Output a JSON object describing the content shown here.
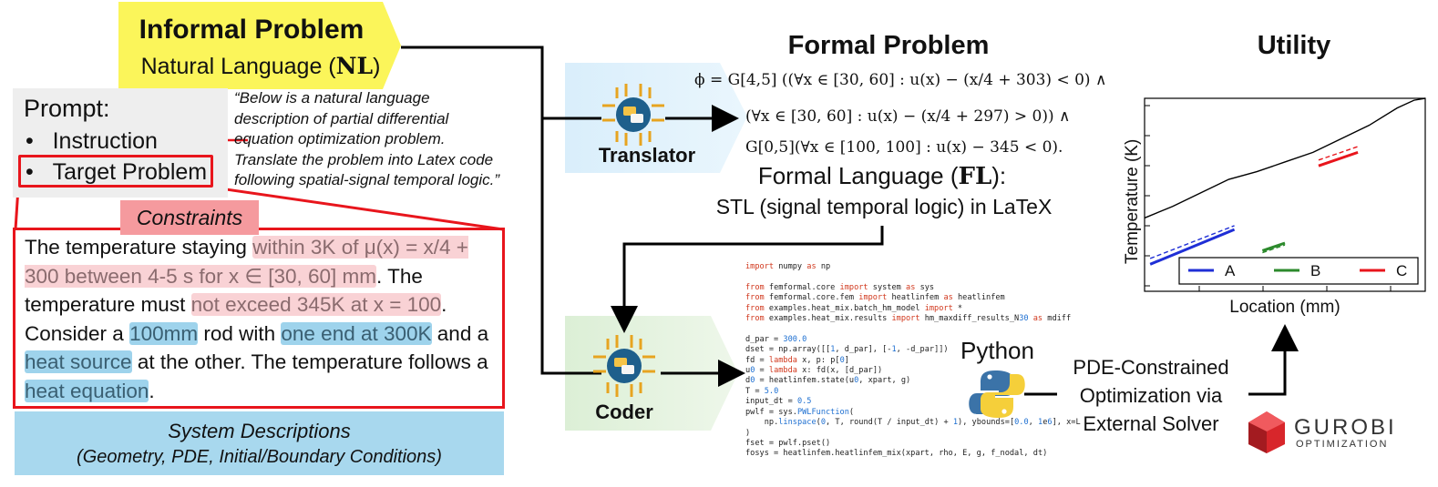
{
  "informal": {
    "title": "Informal Problem",
    "subtitle_prefix": "Natural Language (",
    "subtitle_bold": "NL",
    "subtitle_suffix": ")"
  },
  "prompt": {
    "title": "Prompt:",
    "items": [
      "Instruction",
      "Target Problem"
    ],
    "quote_lines": [
      "“Below is a natural language",
      "description of partial differential",
      "equation optimization problem.",
      "Translate the problem into Latex code",
      "following spatial-signal temporal logic.”"
    ]
  },
  "constraints": {
    "tag": "Constraints",
    "t1": "The temperature staying ",
    "h1": "within 3K of μ(x) = x/4 + 300 between 4-5 s for x ∈ [30, 60] mm",
    "t2": ". The temperature must ",
    "h2": "not exceed 345K at x = 100",
    "t3": ". Consider a ",
    "b1": "100mm",
    "t4": " rod with ",
    "b2": "one end at 300K",
    "t5": " and a ",
    "b3": "heat source",
    "t6": " at the other. The temperature follows a ",
    "b4": "heat equation",
    "t7": "."
  },
  "system": {
    "line1": "System Descriptions",
    "line2": "(Geometry, PDE, Initial/Boundary Conditions)"
  },
  "formal": {
    "title": "Formal Problem",
    "formula_lines": [
      "ϕ = G[4,5] ((∀x ∈ [30, 60] : u(x) − (x/4 + 303) < 0) ∧",
      "(∀x ∈ [30, 60] : u(x) − (x/4 + 297) > 0)) ∧",
      "G[0,5](∀x ∈ [100, 100] : u(x) − 345 < 0)."
    ],
    "fl_prefix": "Formal Language (",
    "fl_bold": "FL",
    "fl_suffix": "):",
    "fl_line2": "STL (signal temporal logic) in LaTeX"
  },
  "agents": {
    "translator": "Translator",
    "coder": "Coder"
  },
  "code_lines": [
    "import numpy as np",
    "",
    "from femformal.core import system as sys",
    "from femformal.core.fem import heatlinfem as heatlinfem",
    "from examples.heat_mix.batch_hm_model import *",
    "from examples.heat_mix.results import hm_maxdiff_results_N30 as mdiff",
    "",
    "d_par = 300.0",
    "dset = np.array([[1, d_par], [-1, -d_par]])",
    "fd = lambda x, p: p[0]",
    "u0 = lambda x: fd(x, [d_par])",
    "d0 = heatlinfem.state(u0, xpart, g)",
    "T = 5.0",
    "input_dt = 0.5",
    "pwlf = sys.PWLFunction(",
    "    np.linspace(0, T, round(T / input_dt) + 1), ybounds=[0.0, 1e6], x=L",
    ")",
    "fset = pwlf.pset()",
    "fosys = heatlinfem.heatlinfem_mix(xpart, rho, E, g, f_nodal, dt)"
  ],
  "solver": {
    "python": "Python",
    "pde_lines": [
      "PDE-Constrained",
      "Optimization via",
      "External Solver"
    ],
    "gurobi": "GUROBI",
    "gurobi_sub": "OPTIMIZATION"
  },
  "utility": {
    "title": "Utility"
  },
  "chart_data": {
    "type": "line",
    "title": "Utility",
    "xlabel": "Location (mm)",
    "ylabel": "Temperature (K)",
    "xlim": [
      0,
      100
    ],
    "ylim": [
      0,
      100
    ],
    "series": [
      {
        "name": "",
        "color": "#000000",
        "style": "solid",
        "x": [
          0,
          10,
          20,
          30,
          40,
          50,
          60,
          70,
          80,
          90,
          96,
          100
        ],
        "y": [
          38,
          44,
          51,
          58,
          62,
          67,
          72,
          79,
          86,
          95,
          99,
          100
        ]
      },
      {
        "name": "A",
        "color": "#1f2fd6",
        "segment": {
          "x": [
            2,
            32
          ],
          "y": [
            14,
            32
          ]
        },
        "bound": {
          "x": [
            2,
            32
          ],
          "y": [
            17,
            34
          ]
        }
      },
      {
        "name": "B",
        "color": "#2c8a2c",
        "segment": {
          "x": [
            42,
            50
          ],
          "y": [
            21,
            25
          ]
        },
        "bound": {
          "x": [
            42,
            50
          ],
          "y": [
            20,
            24
          ]
        }
      },
      {
        "name": "C",
        "color": "#e8151c",
        "segment": {
          "x": [
            62,
            76
          ],
          "y": [
            65,
            72
          ]
        },
        "bound": {
          "x": [
            62,
            76
          ],
          "y": [
            68,
            75
          ]
        }
      }
    ],
    "legend": [
      "A",
      "B",
      "C"
    ],
    "legend_position": "bottom",
    "grid": false
  }
}
